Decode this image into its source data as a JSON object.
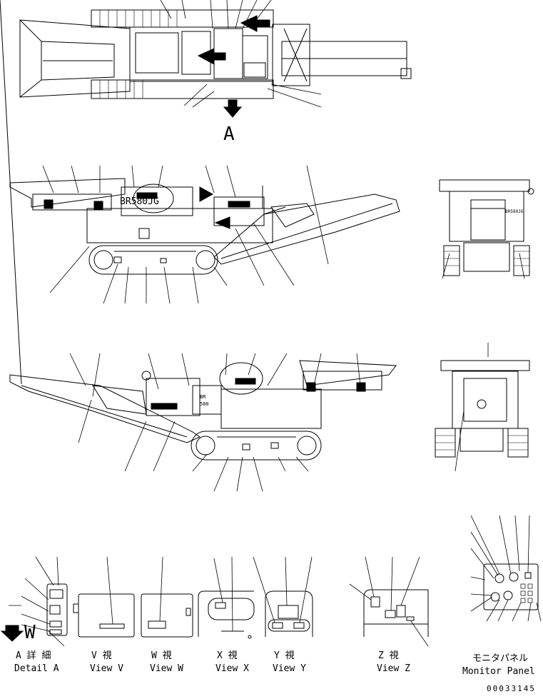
{
  "markers": {
    "arrow_A": "A",
    "arrow_W": "W"
  },
  "views": [
    {
      "id": "detail-a",
      "jp": "A 詳 細",
      "en": "Detail A"
    },
    {
      "id": "view-v",
      "jp": "V 視",
      "en": "View V"
    },
    {
      "id": "view-w",
      "jp": "W 視",
      "en": "View W"
    },
    {
      "id": "view-x",
      "jp": "X 視",
      "en": "View X"
    },
    {
      "id": "view-y",
      "jp": "Y 視",
      "en": "View Y"
    },
    {
      "id": "view-z",
      "jp": "Z 視",
      "en": "View Z"
    },
    {
      "id": "monitor-panel",
      "jp": "モニタパネル",
      "en": "Monitor Panel"
    }
  ],
  "model_labels": {
    "side_badge_1": "BR580JG",
    "side_badge_2": "BR580JG",
    "front_badge": "BR580JG",
    "plate_1": "BR",
    "plate_2": "580"
  },
  "document_number": "00033145"
}
